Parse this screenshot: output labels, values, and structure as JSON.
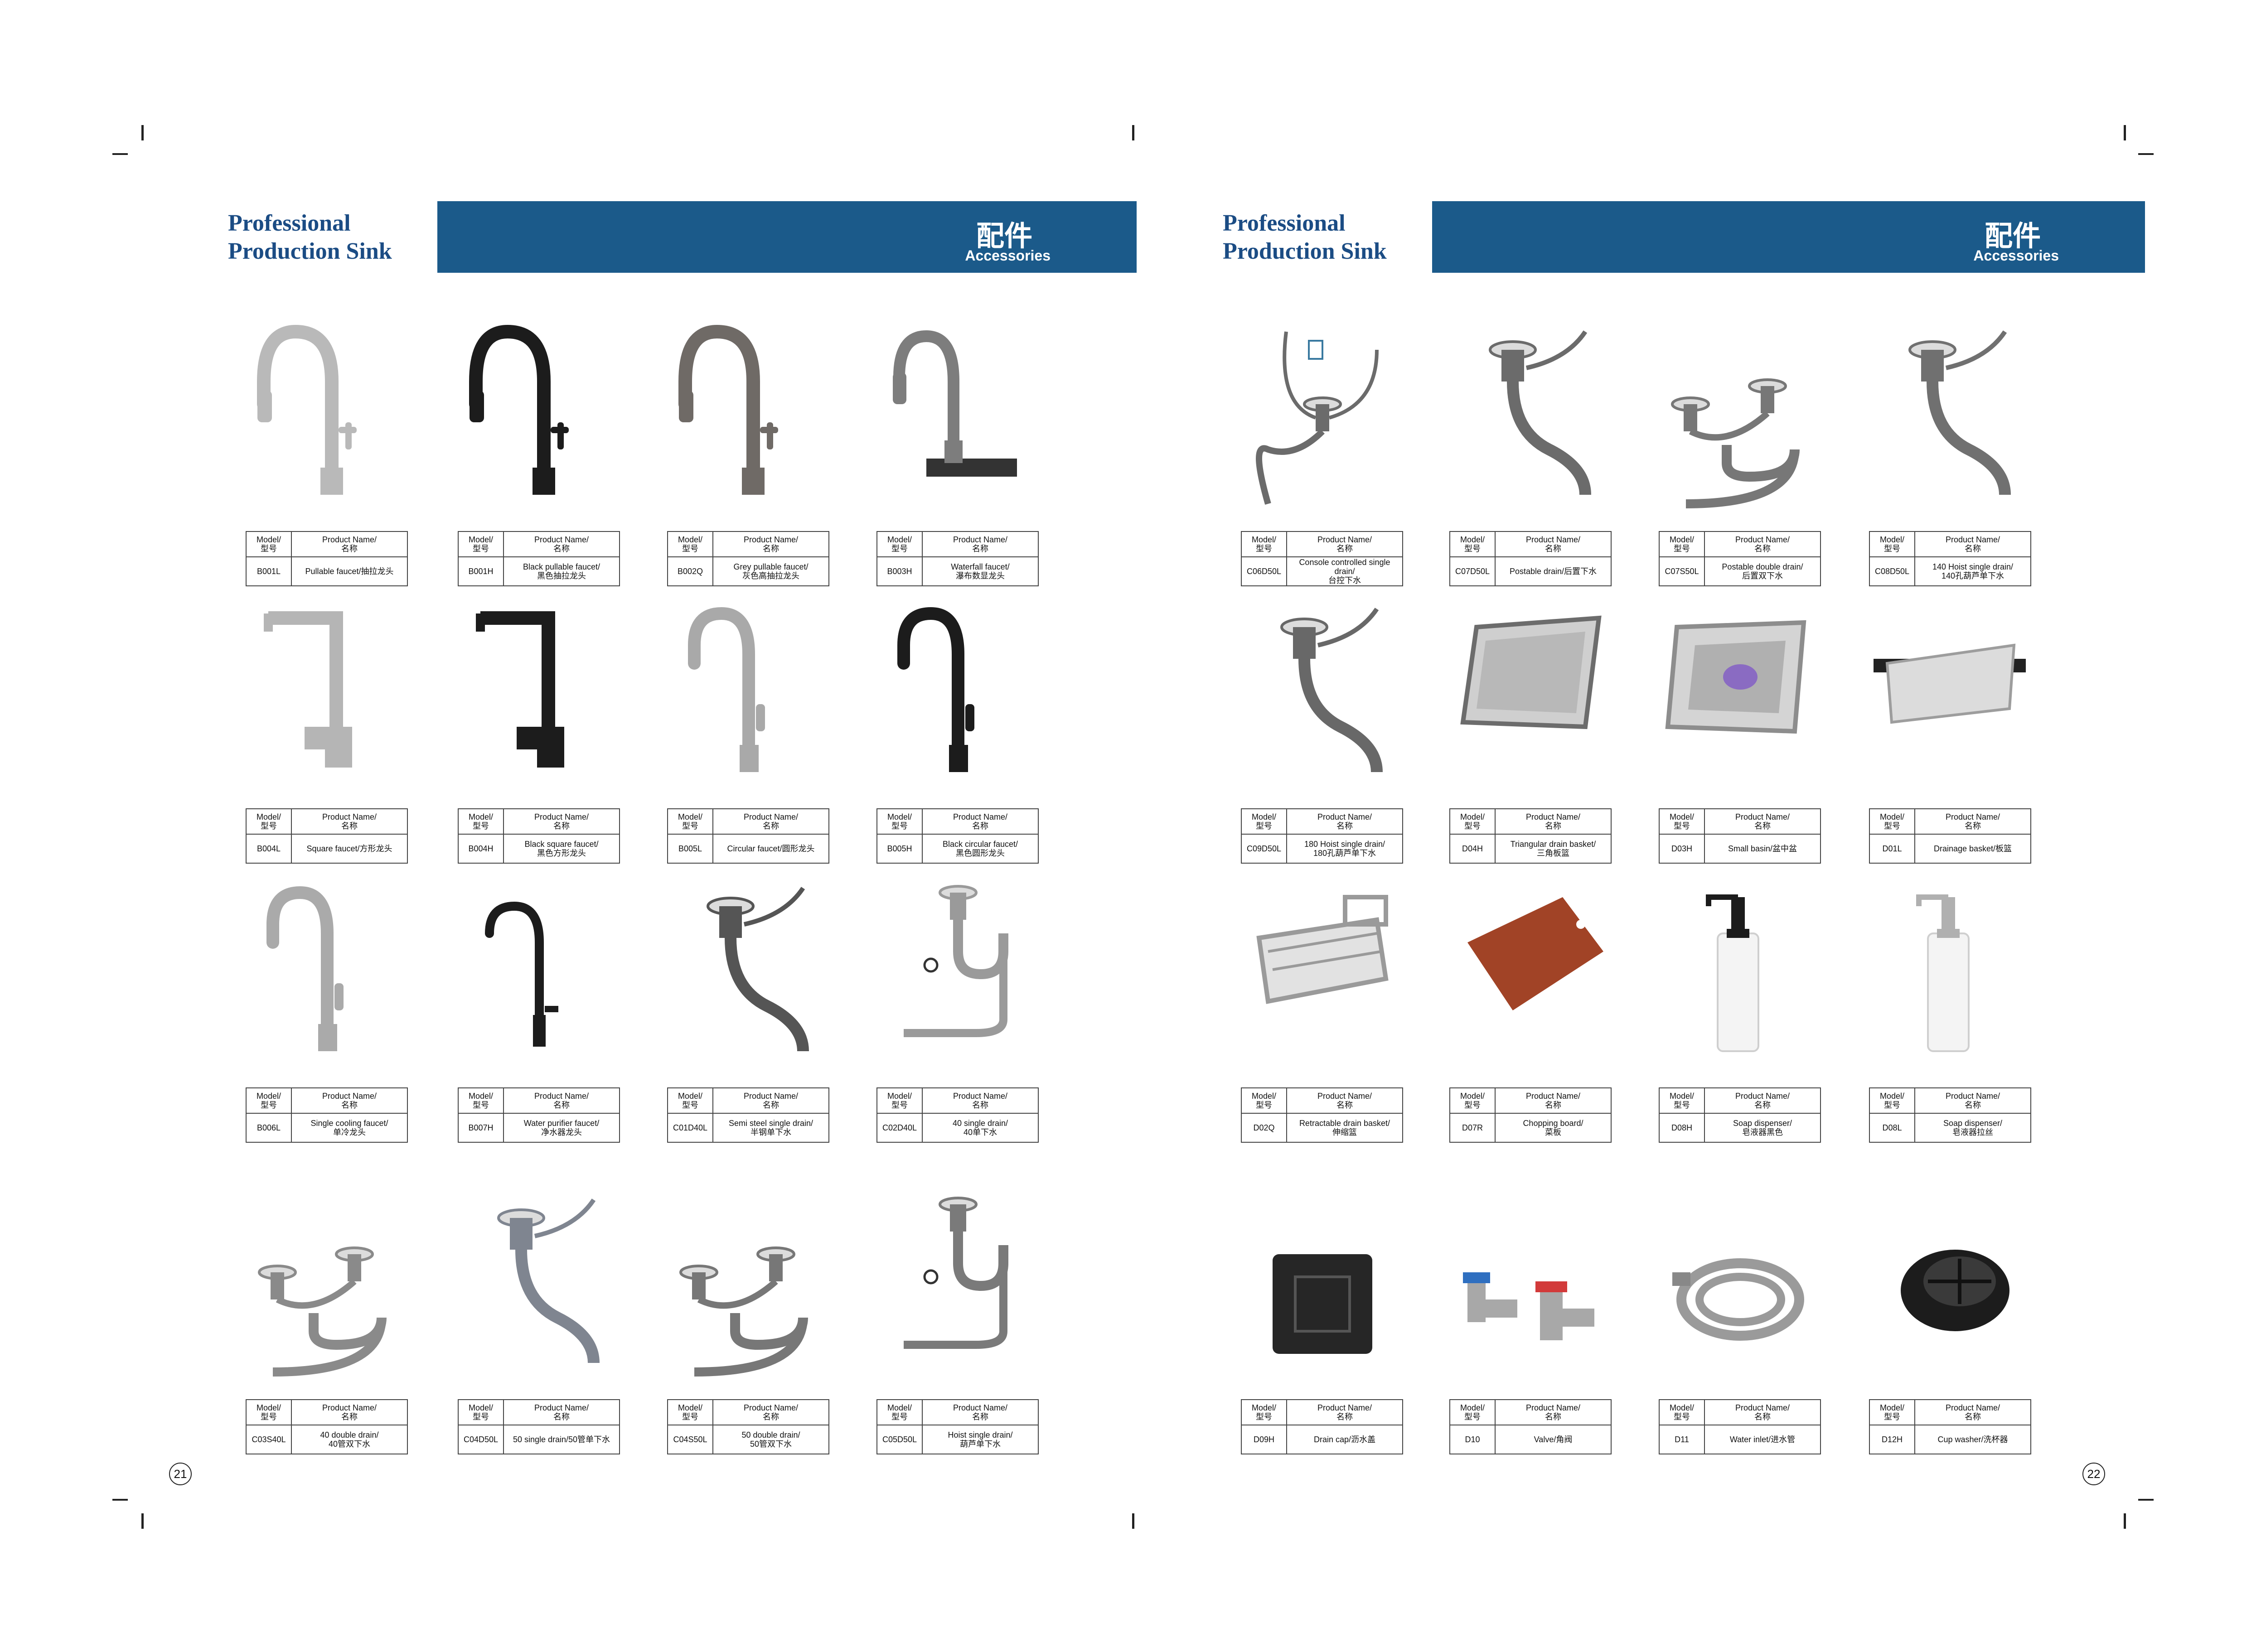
{
  "left_page": {
    "brand": [
      "Professional",
      "Production Sink"
    ],
    "banner_cn": "配件",
    "banner_en": "Accessories",
    "page_number": "21"
  },
  "right_page": {
    "brand": [
      "Professional",
      "Production Sink"
    ],
    "banner_cn": "配件",
    "banner_en": "Accessories",
    "page_number": "22"
  },
  "spec_header": {
    "model": [
      "Model/",
      "型号"
    ],
    "name": [
      "Product Name/",
      "名称"
    ]
  },
  "products": [
    {
      "model": "B001L",
      "name": [
        "Pullable faucet/抽拉龙头"
      ],
      "icon": "faucet-pull-icon",
      "color": "#b9b9b9"
    },
    {
      "model": "B001H",
      "name": [
        "Black pullable faucet/",
        "黑色抽拉龙头"
      ],
      "icon": "faucet-pull-icon",
      "color": "#1c1c1c"
    },
    {
      "model": "B002Q",
      "name": [
        "Grey pullable faucet/",
        "灰色高抽拉龙头"
      ],
      "icon": "faucet-pull-icon",
      "color": "#6f6a66"
    },
    {
      "model": "B003H",
      "name": [
        "Waterfall faucet/",
        "瀑布数显龙头"
      ],
      "icon": "faucet-waterfall-icon",
      "color": "#7d7d7d"
    },
    {
      "model": "B004L",
      "name": [
        "Square faucet/方形龙头"
      ],
      "icon": "faucet-square-icon",
      "color": "#b5b5b5"
    },
    {
      "model": "B004H",
      "name": [
        "Black square faucet/",
        "黑色方形龙头"
      ],
      "icon": "faucet-square-icon",
      "color": "#1c1c1c"
    },
    {
      "model": "B005L",
      "name": [
        "Circular faucet/圆形龙头"
      ],
      "icon": "faucet-round-icon",
      "color": "#a9a9a9"
    },
    {
      "model": "B005H",
      "name": [
        "Black circular faucet/",
        "黑色圆形龙头"
      ],
      "icon": "faucet-round-icon",
      "color": "#1c1c1c"
    },
    {
      "model": "B006L",
      "name": [
        "Single cooling faucet/",
        "单冷龙头"
      ],
      "icon": "faucet-round-icon",
      "color": "#aaaaaa"
    },
    {
      "model": "B007H",
      "name": [
        "Water purifier faucet/",
        "净水器龙头"
      ],
      "icon": "faucet-purifier-icon",
      "color": "#1c1c1c"
    },
    {
      "model": "C01D40L",
      "name": [
        "Semi steel single drain/",
        "半钢单下水"
      ],
      "icon": "drain-single-icon",
      "color": "#555555"
    },
    {
      "model": "C02D40L",
      "name": [
        "40 single drain/",
        "40单下水"
      ],
      "icon": "drain-trap-icon",
      "color": "#9a9a9a"
    },
    {
      "model": "C03S40L",
      "name": [
        "40 double drain/",
        "40管双下水"
      ],
      "icon": "drain-double-icon",
      "color": "#8a8a8a"
    },
    {
      "model": "C04D50L",
      "name": [
        "50 single drain/50管单下水"
      ],
      "icon": "drain-single-icon",
      "color": "#7f8590"
    },
    {
      "model": "C04S50L",
      "name": [
        "50 double drain/",
        "50管双下水"
      ],
      "icon": "drain-double-icon",
      "color": "#777777"
    },
    {
      "model": "C05D50L",
      "name": [
        "Hoist single drain/",
        "葫芦单下水"
      ],
      "icon": "drain-trap-icon",
      "color": "#7a7a7a"
    },
    {
      "model": "C06D50L",
      "name": [
        "Console controlled single drain/",
        "台控下水"
      ],
      "icon": "drain-console-icon",
      "color": "#6b6b6b"
    },
    {
      "model": "C07D50L",
      "name": [
        "Postable drain/后置下水"
      ],
      "icon": "drain-single-icon",
      "color": "#6b6b6b"
    },
    {
      "model": "C07S50L",
      "name": [
        "Postable double drain/",
        "后置双下水"
      ],
      "icon": "drain-double-icon",
      "color": "#777777"
    },
    {
      "model": "C08D50L",
      "name": [
        "140 Hoist single drain/",
        "140孔葫芦单下水"
      ],
      "icon": "drain-single-icon",
      "color": "#707070"
    },
    {
      "model": "C09D50L",
      "name": [
        "180 Hoist single drain/",
        "180孔葫芦单下水"
      ],
      "icon": "drain-single-icon",
      "color": "#686868"
    },
    {
      "model": "D04H",
      "name": [
        "Triangular drain basket/",
        "三角板篮"
      ],
      "icon": "drain-basket-icon",
      "color": "#6c6c6c"
    },
    {
      "model": "D03H",
      "name": [
        "Small basin/盆中盆"
      ],
      "icon": "small-basin-icon",
      "color": "#8d8d8d"
    },
    {
      "model": "D01L",
      "name": [
        "Drainage basket/板篮"
      ],
      "icon": "drainage-basket-icon",
      "color": "#9d9d9d"
    },
    {
      "model": "D02Q",
      "name": [
        "Retractable drain basket/",
        "伸缩篮"
      ],
      "icon": "retractable-basket-icon",
      "color": "#9a9a9a"
    },
    {
      "model": "D07R",
      "name": [
        "Chopping board/",
        "菜板"
      ],
      "icon": "chopping-board-icon",
      "color": "#a14326"
    },
    {
      "model": "D08H",
      "name": [
        "Soap dispenser/",
        "皂液器黑色"
      ],
      "icon": "soap-dispenser-icon",
      "color": "#1c1c1c"
    },
    {
      "model": "D08L",
      "name": [
        "Soap dispenser/",
        "皂液器拉丝"
      ],
      "icon": "soap-dispenser-icon",
      "color": "#b0b0b0"
    },
    {
      "model": "D09H",
      "name": [
        "Drain cap/沥水盖"
      ],
      "icon": "drain-cap-icon",
      "color": "#262626"
    },
    {
      "model": "D10",
      "name": [
        "Valve/角阀"
      ],
      "icon": "valve-icon",
      "color": "#a8a8a8"
    },
    {
      "model": "D11",
      "name": [
        "Water inlet/进水管"
      ],
      "icon": "water-inlet-hose-icon",
      "color": "#9a9a9a"
    },
    {
      "model": "D12H",
      "name": [
        "Cup washer/洗杯器"
      ],
      "icon": "cup-washer-icon",
      "color": "#1c1c1c"
    }
  ]
}
